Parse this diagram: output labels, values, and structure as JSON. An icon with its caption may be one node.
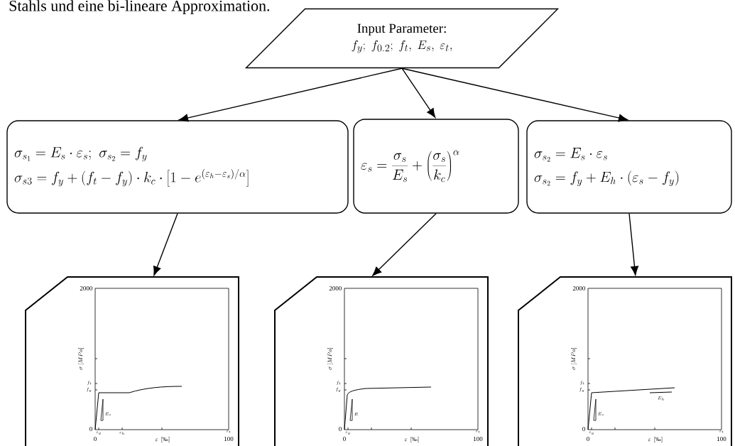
{
  "diagram": {
    "nodes": [
      {
        "text": [
          "Input Parameter:",
          "f_y;\\ f_{0.2};\\ f_t,\\ E_s,\\ \\varepsilon_t,"
        ]
      },
      {
        "text": [
          "\\sigma_{s_1} = E_s\\cdot\\varepsilon_s;\\ \\sigma_{s_2} = f_y",
          "\\sigma_{s3} = f_y + \\left(f_t - f_y\\right)\\cdot k_c\\cdot\\left[1 - e^{(\\varepsilon_h-\\varepsilon_s)/\\alpha}\\right]"
        ]
      },
      {
        "text": [
          "\\varepsilon_s = \\frac{\\sigma_s}{E_s} + \\left(\\frac{\\sigma_s}{k_c}\\right)^{\\alpha}"
        ]
      },
      {
        "text": [
          "\\sigma_{s_2} = E_s\\cdot\\varepsilon_s",
          "\\sigma_{s_2} = f_y + E_h\\cdot(\\varepsilon_s - f_y)"
        ]
      },
      {
        "text": [
          "2000",
          "0",
          "0",
          "100",
          "\\sigma\\ [MPa]",
          "\\varepsilon\\ \\ [\\mbox{‰}]",
          "f_t",
          "f_y",
          "\\varepsilon_y",
          "\\varepsilon_h",
          "\\varepsilon_t",
          "E_s"
        ]
      },
      {
        "text": [
          "2000",
          "0",
          "0",
          "100",
          "\\sigma\\ [MPa]",
          "\\varepsilon\\ \\ [\\mbox{‰}]",
          "f_t",
          "f_y",
          "\\varepsilon_y",
          "\\varepsilon_t",
          "E"
        ]
      },
      {
        "text": [
          "2000",
          "0",
          "0",
          "100",
          "\\sigma\\ [MPa]",
          "\\varepsilon\\ \\ [\\mbox{‰}]",
          "f_t",
          "f_y",
          "\\varepsilon_y",
          "\\varepsilon_t",
          "E_s",
          "E_h"
        ]
      }
    ],
    "edges": [
      {
        "from": 0,
        "to": 1,
        "arrow": "to"
      },
      {
        "from": 0,
        "to": 2,
        "arrow": "to"
      },
      {
        "from": 0,
        "to": 3,
        "arrow": "to"
      },
      {
        "from": 1,
        "to": 4,
        "arrow": "to"
      },
      {
        "from": 2,
        "to": 5,
        "arrow": "to"
      },
      {
        "from": 3,
        "to": 6,
        "arrow": "to"
      }
    ],
    "labels": [
      "Stahls und eine bi-lineare Approximation."
    ]
  }
}
